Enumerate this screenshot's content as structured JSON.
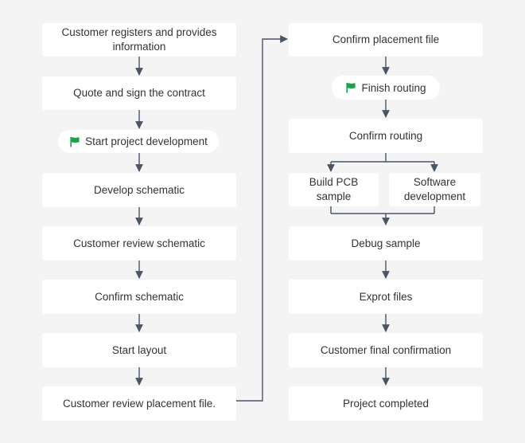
{
  "colors": {
    "background": "#f4f4f4",
    "box": "#ffffff",
    "connector": "#4a5566",
    "flag": "#1aa34a"
  },
  "left_column": {
    "step1": "Customer registers and provides information",
    "step2": "Quote and sign the contract",
    "milestone_start": "Start project development",
    "step3": "Develop schematic",
    "step4": "Customer review schematic",
    "step5": "Confirm schematic",
    "step6": "Start layout",
    "step7": "Customer review placement file."
  },
  "right_column": {
    "step1": "Confirm placement file",
    "milestone_finish": "Finish routing",
    "step2": "Confirm routing",
    "branch_pcb": "Build PCB sample",
    "branch_software": "Software development",
    "step3": "Debug sample",
    "step4": "Exprot files",
    "step5": "Customer final confirmation",
    "step6": "Project completed"
  },
  "icons": {
    "milestone": "flag-icon"
  }
}
